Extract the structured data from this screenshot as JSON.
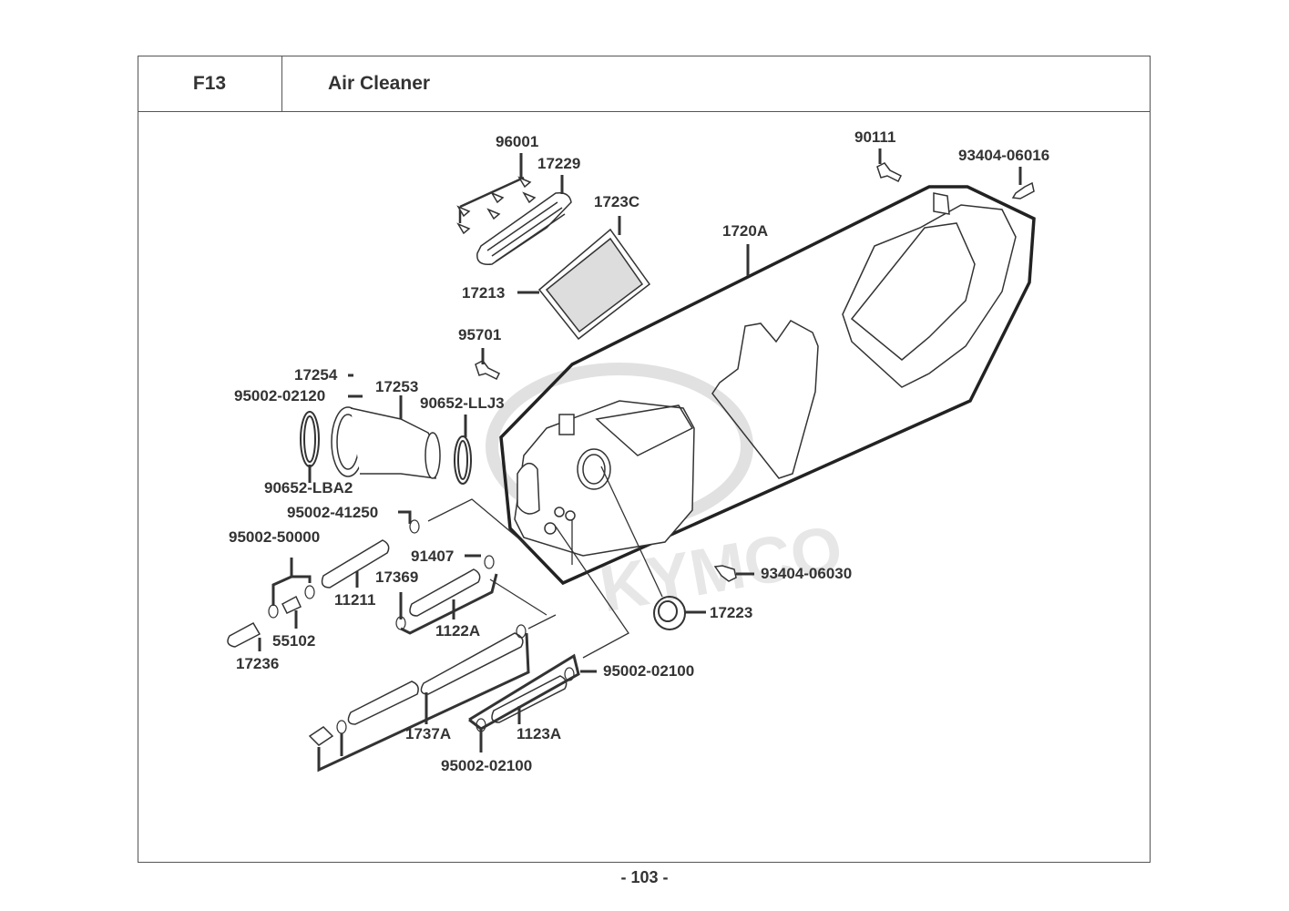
{
  "header": {
    "section_code": "F13",
    "title": "Air Cleaner"
  },
  "watermark": "KYMCO",
  "footer": {
    "page_number": "- 103 -"
  },
  "parts": [
    {
      "id": "p96001",
      "label": "96001"
    },
    {
      "id": "p17229",
      "label": "17229"
    },
    {
      "id": "p1723C",
      "label": "1723C"
    },
    {
      "id": "p17213",
      "label": "17213"
    },
    {
      "id": "p1720A",
      "label": "1720A"
    },
    {
      "id": "p90111",
      "label": "90111"
    },
    {
      "id": "p93404_06016",
      "label": "93404-06016"
    },
    {
      "id": "p95701",
      "label": "95701"
    },
    {
      "id": "p17254",
      "label": "17254"
    },
    {
      "id": "p95002_02120",
      "label": "95002-02120"
    },
    {
      "id": "p17253",
      "label": "17253"
    },
    {
      "id": "p90652_LLJ3",
      "label": "90652-LLJ3"
    },
    {
      "id": "p90652_LBA2",
      "label": "90652-LBA2"
    },
    {
      "id": "p95002_41250",
      "label": "95002-41250"
    },
    {
      "id": "p95002_50000",
      "label": "95002-50000"
    },
    {
      "id": "p91407",
      "label": "91407"
    },
    {
      "id": "p17369",
      "label": "17369"
    },
    {
      "id": "p11211",
      "label": "11211"
    },
    {
      "id": "p1122A",
      "label": "1122A"
    },
    {
      "id": "p55102",
      "label": "55102"
    },
    {
      "id": "p17236",
      "label": "17236"
    },
    {
      "id": "p93404_06030",
      "label": "93404-06030"
    },
    {
      "id": "p17223",
      "label": "17223"
    },
    {
      "id": "p95002_02100_a",
      "label": "95002-02100"
    },
    {
      "id": "p1737A",
      "label": "1737A"
    },
    {
      "id": "p1123A",
      "label": "1123A"
    },
    {
      "id": "p95002_02100_b",
      "label": "95002-02100"
    }
  ]
}
